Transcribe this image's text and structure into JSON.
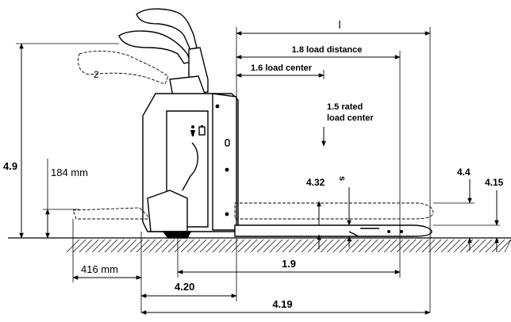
{
  "labels": {
    "l": "l",
    "load_distance": "1.8 load distance",
    "load_center": "1.6 load center",
    "rated_line1": "1.5 rated",
    "rated_line2": "load center",
    "h49": "4.9",
    "h184": "184 mm",
    "h432": "4.32",
    "s": "s",
    "h44": "4.4",
    "h415": "4.15",
    "d416": "416 mm",
    "d19": "1.9",
    "d420": "4.20",
    "d419": "4.19",
    "handle_pos": "2"
  }
}
